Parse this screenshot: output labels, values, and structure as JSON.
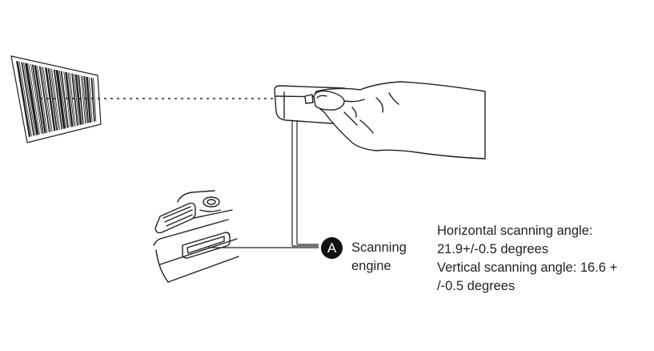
{
  "callout": {
    "badge": "A",
    "label_line1": "Scanning",
    "label_line2": "engine"
  },
  "specs": {
    "line1": "Horizontal scanning angle:",
    "line2": "21.9+/-0.5 degrees",
    "line3": "Vertical scanning angle: 16.6 +",
    "line4": "/-0.5 degrees"
  },
  "colors": {
    "stroke": "#222222",
    "badge": "#111111"
  },
  "icons": [
    "barcode-icon",
    "hand-holding-scanner-icon",
    "device-scanning-engine-icon"
  ]
}
